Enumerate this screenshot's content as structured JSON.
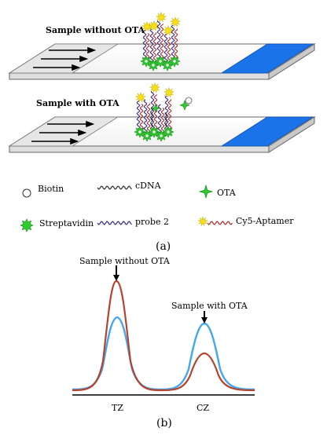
{
  "panel_a": {
    "strip1_label": "Sample without OTA",
    "strip2_label": "Sample with OTA",
    "caption": "(a)"
  },
  "legend": {
    "biotin": "Biotin",
    "cdna": "cDNA",
    "ota": "OTA",
    "streptavidin": "Streptavidin",
    "probe2": "probe 2",
    "cy5_aptamer": "Cy5-Aptamer"
  },
  "panel_b": {
    "label_without": "Sample without OTA",
    "label_with": "Sample with OTA",
    "tz_label": "TZ",
    "cz_label": "CZ",
    "caption": "(b)"
  },
  "colors": {
    "streptavidin": "#2ecc2e",
    "pad": "#1a73e8",
    "star": "#f7e017",
    "cdna": "#333333",
    "probe2": "#3b2a7a",
    "aptamer": "#a33030",
    "blue_curve": "#45a6f0",
    "red_curve": "#b5432e"
  }
}
